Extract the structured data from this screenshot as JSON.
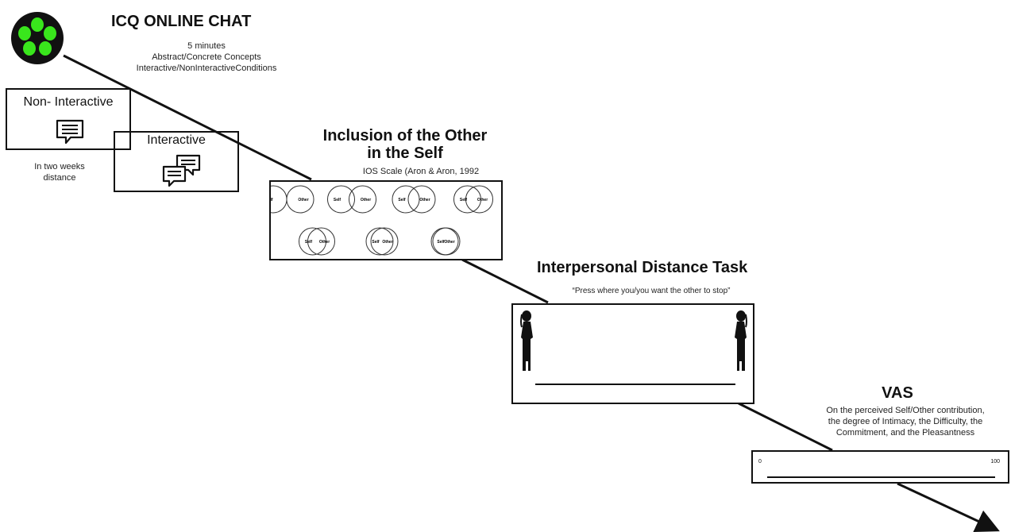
{
  "icq": {
    "title": "ICQ ONLINE CHAT",
    "details": [
      "5 minutes",
      "Abstract/Concrete Concepts",
      "Interactive/NonInteractiveConditions"
    ]
  },
  "conditions": {
    "non_interactive_label": "Non- Interactive",
    "interactive_label": "Interactive",
    "note": [
      "In two weeks",
      "distance"
    ]
  },
  "ios": {
    "title_line1": "Inclusion of the Other",
    "title_line2": "in the Self",
    "subtitle": "IOS Scale (Aron & Aron, 1992",
    "self_label": "Self",
    "other_label": "Other"
  },
  "distance": {
    "title": "Interpersonal Distance Task",
    "instruction": "“Press where you/you want the other to stop”"
  },
  "vas": {
    "title": "VAS",
    "description": [
      "On the perceived Self/Other contribution,",
      "the degree of Intimacy, the Difficulty, the",
      "Commitment, and the Pleasantness"
    ],
    "min_label": "0",
    "max_label": "100"
  }
}
